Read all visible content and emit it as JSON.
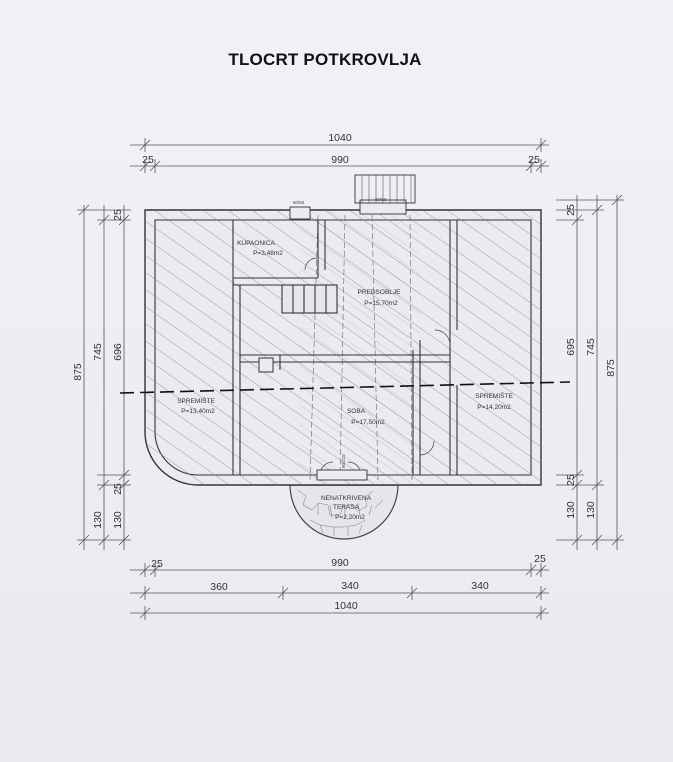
{
  "title": "TLOCRT POTKROVLJA",
  "top_dims": {
    "overall": "1040",
    "inner": "990",
    "left_margin": "25",
    "right_margin": "25"
  },
  "left_dims": {
    "overall": "875",
    "middle": "745",
    "inner": "696",
    "top_small": "25",
    "bottom_small": "25",
    "bottom_a": "130",
    "bottom_b": "130"
  },
  "right_dims": {
    "overall": "875",
    "middle": "745",
    "inner": "695",
    "top_small": "25",
    "bottom_small": "25",
    "bottom_a": "130",
    "bottom_b": "130"
  },
  "bottom_dims": {
    "inner": "990",
    "left_margin": "25",
    "right_margin": "25",
    "seg1": "360",
    "seg2": "340",
    "seg3": "340",
    "overall": "1040"
  },
  "rooms": {
    "kupaonica": {
      "name": "KUPAONICA",
      "area": "P=3,48m2"
    },
    "predsoblje": {
      "name": "PREDSOBLJE",
      "area": "P=15,70m2"
    },
    "spremiste_left": {
      "name": "SPREMIŠTE",
      "area": "P=13,40m2"
    },
    "soba": {
      "name": "SOBA",
      "area": "P=17,50m2"
    },
    "spremiste_right": {
      "name": "SPREMIŠTE",
      "area": "P=14,20m2"
    },
    "terasa": {
      "name": "NENATKRIVENA TERASA",
      "name_line1": "NENATKRIVENA",
      "name_line2": "TERASA",
      "area": "P=2,20m2"
    }
  },
  "opening_labels": {
    "win1": "60/60",
    "win2": "80/60",
    "door": "80/215"
  }
}
